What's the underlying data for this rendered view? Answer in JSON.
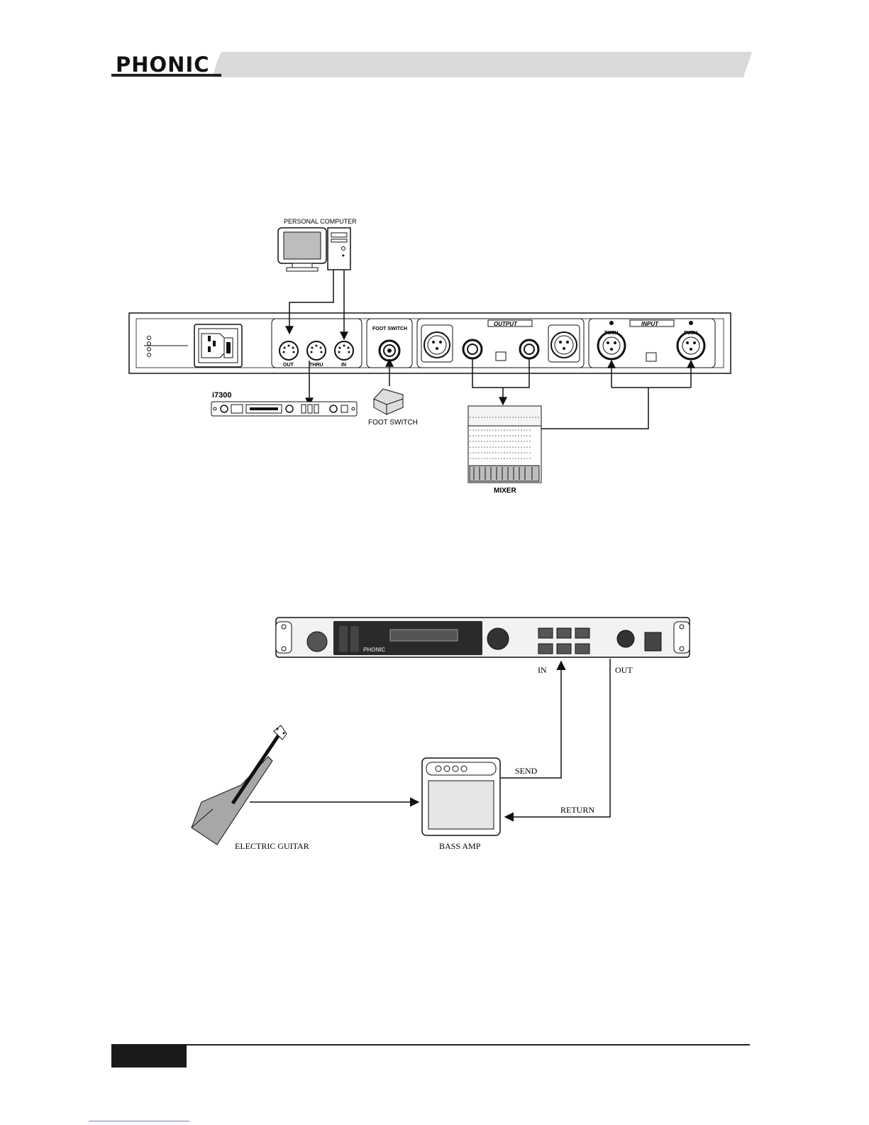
{
  "header": {
    "brand": "PHONIC"
  },
  "diagram1": {
    "computer_label": "PERSONAL COMPUTER",
    "midi_out": "OUT",
    "midi_thru": "THRU",
    "midi_in": "IN",
    "foot_switch_panel": "FOOT SWITCH",
    "output_label": "OUTPUT",
    "input_label": "INPUT",
    "push_left": "PUSH",
    "push_right": "PUSH",
    "device_model": "i7300",
    "foot_switch_label": "FOOT SWITCH",
    "mixer_label": "MIXER"
  },
  "diagram2": {
    "in_label": "IN",
    "out_label": "OUT",
    "send_label": "SEND",
    "return_label": "RETURN",
    "guitar_label": "ELECTRIC GUITAR",
    "amp_label": "BASS AMP",
    "front_brand": "PHONIC"
  }
}
